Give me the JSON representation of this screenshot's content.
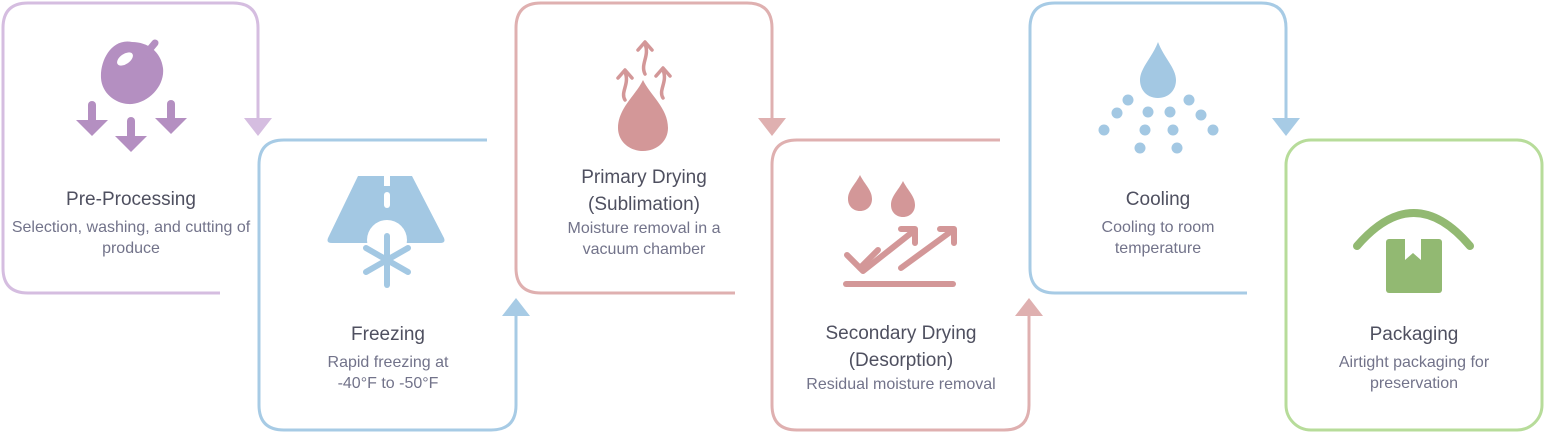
{
  "colors": {
    "purple": "#d5bde0",
    "purple_icon": "#b48fc1",
    "blue": "#a7cbe5",
    "blue_icon": "#a3c8e3",
    "pink": "#dfb0b0",
    "pink_icon": "#d39798",
    "green": "#b7dc9a",
    "green_icon": "#92b972"
  },
  "steps": [
    {
      "title": "Pre-Processing",
      "desc": "Selection, washing, and cutting of produce",
      "icon": "fruit-falling-icon"
    },
    {
      "title": "Freezing",
      "desc": "Rapid freezing at -40°F to -50°F",
      "icon": "frozen-road-icon"
    },
    {
      "title": "Primary Drying (Sublimation)",
      "desc": "Moisture removal in a vacuum chamber",
      "icon": "drop-evaporation-icon"
    },
    {
      "title": "Secondary Drying (Desorption)",
      "desc": "Residual moisture removal",
      "icon": "drops-rising-arrows-icon"
    },
    {
      "title": "Cooling",
      "desc": "Cooling to room temperature",
      "icon": "water-drop-spray-icon"
    },
    {
      "title": "Packaging",
      "desc": "Airtight packaging for preservation",
      "icon": "package-cover-icon"
    }
  ]
}
